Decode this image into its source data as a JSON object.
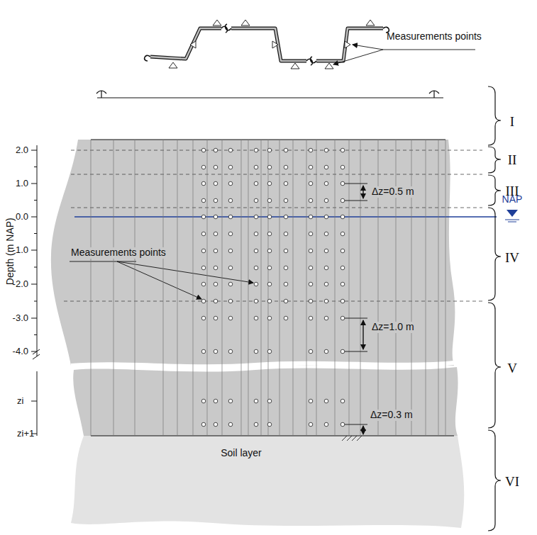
{
  "diagram": {
    "labels": [
      "Measurements points",
      "I",
      "II",
      "III",
      "IV",
      "V",
      "VI",
      "2.0",
      "1.0",
      "0.0",
      "-1.0",
      "-2.0",
      "-3.0",
      "-4.0",
      "Depth (m NAP)",
      "Δz=0.5 m",
      "NAP",
      "Measurements points",
      "Δz=1.0 m",
      "zi",
      "zi+1",
      "Δz=0.3 m",
      "Soil layer"
    ]
  }
}
